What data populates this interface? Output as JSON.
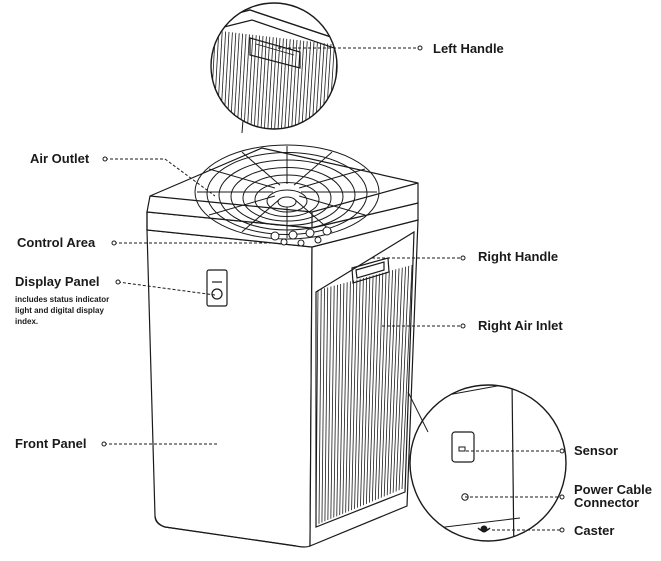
{
  "labels": {
    "left_handle": "Left Handle",
    "air_outlet": "Air Outlet",
    "control_area": "Control Area",
    "display_panel": "Display Panel",
    "display_panel_note_1": "includes status indicator",
    "display_panel_note_2": "light and digital display",
    "display_panel_note_3": "index.",
    "front_panel": "Front Panel",
    "right_handle": "Right Handle",
    "right_air_inlet": "Right Air Inlet",
    "sensor": "Sensor",
    "power_cable_1": "Power Cable",
    "power_cable_2": "Connector",
    "caster": "Caster"
  },
  "colors": {
    "line": "#1a1a1a",
    "text": "#1a1a1a",
    "background": "#ffffff"
  }
}
